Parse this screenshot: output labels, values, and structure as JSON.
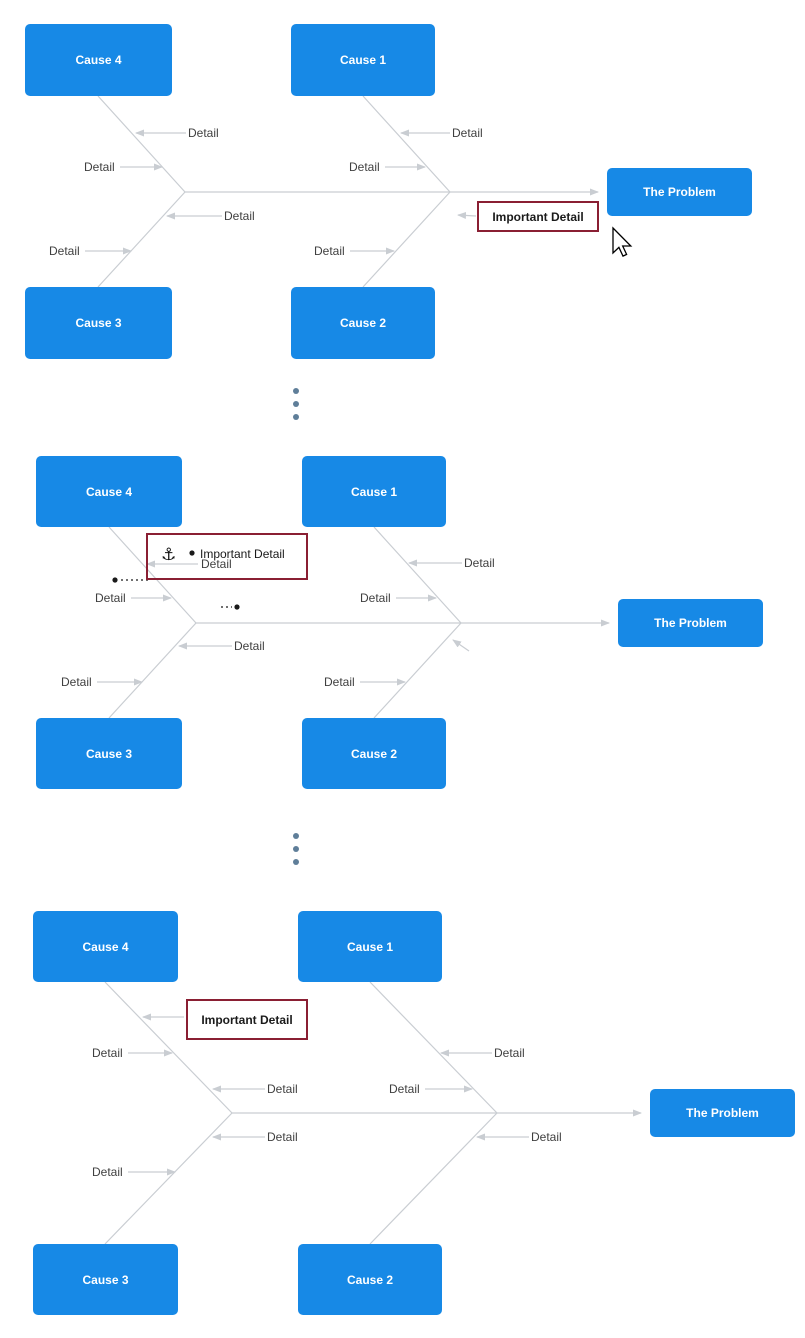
{
  "labels": {
    "cause1": "Cause 1",
    "cause2": "Cause 2",
    "cause3": "Cause 3",
    "cause4": "Cause 4",
    "problem": "The Problem",
    "detail": "Detail",
    "important_detail": "Important Detail"
  },
  "glyphs": {
    "anchor_cursor": "⚓"
  },
  "colors": {
    "cause_fill": "#1789e6",
    "cause_text": "#ffffff",
    "line_color": "#c9cdd2",
    "detail_text": "#3f3f3f",
    "important_border": "#8a1f33",
    "important_text": "#1a1a1a",
    "dot_color": "#1a1a1a",
    "ellipsis_color": "#5f7e99",
    "canvas_bg": "#ffffff"
  }
}
